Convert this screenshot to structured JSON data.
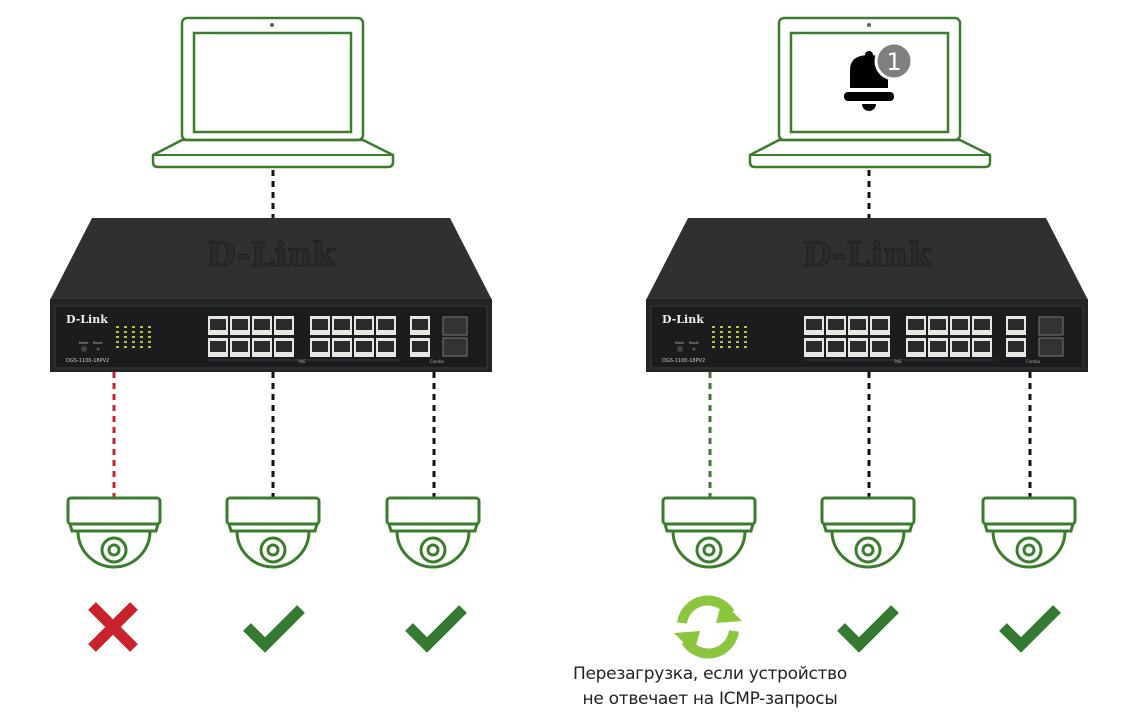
{
  "colors": {
    "outline_green": "#3a7d2c",
    "ok_green": "#347a31",
    "fail_red": "#c8232c",
    "reboot_green": "#8cc63f",
    "dash_black": "#111111",
    "dash_red": "#c8232c",
    "dash_green": "#3a7d2c",
    "switch_body": "#2f3032",
    "badge_gray": "#7f7f7f"
  },
  "switch": {
    "brand_logo": "D-Link",
    "model": "DGS-1100-18PV2",
    "poe_label": "PoE",
    "combo_label": "Combo",
    "mode_label": "Mode",
    "reset_label": "Reset"
  },
  "left_scenario": {
    "cameras": [
      {
        "status": "fail",
        "status_icon": "cross-icon",
        "link": "red-dashed"
      },
      {
        "status": "ok",
        "status_icon": "check-icon",
        "link": "black-dashed"
      },
      {
        "status": "ok",
        "status_icon": "check-icon",
        "link": "black-dashed"
      }
    ]
  },
  "right_scenario": {
    "notification": {
      "icon": "bell-icon",
      "count": "1"
    },
    "cameras": [
      {
        "status": "reboot",
        "status_icon": "refresh-icon",
        "link": "green-dashed"
      },
      {
        "status": "ok",
        "status_icon": "check-icon",
        "link": "black-dashed"
      },
      {
        "status": "ok",
        "status_icon": "check-icon",
        "link": "black-dashed"
      }
    ],
    "caption_line1": "Перезагрузка, если устройство",
    "caption_line2": "не отвечает на ICMP-запросы"
  }
}
